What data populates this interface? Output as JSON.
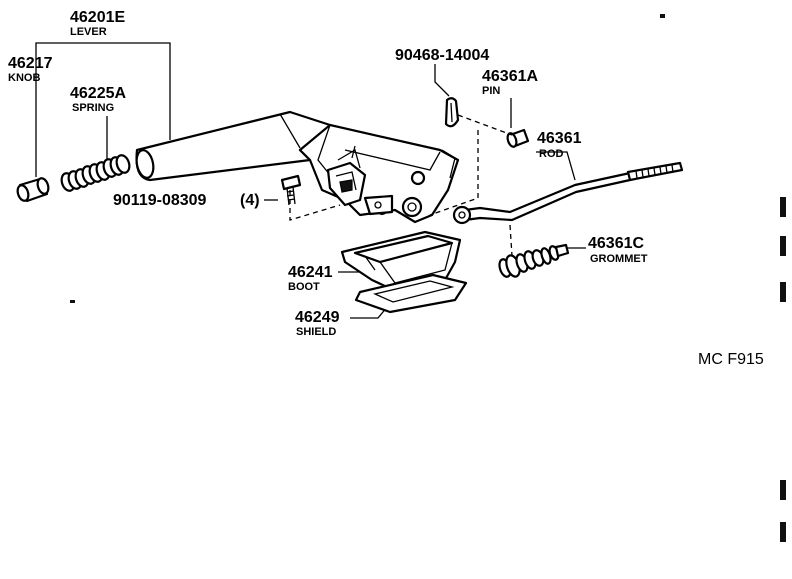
{
  "diagram_code": "MC F915",
  "parts": {
    "lever": {
      "number": "46201E",
      "name": "LEVER"
    },
    "knob": {
      "number": "46217",
      "name": "KNOB"
    },
    "spring": {
      "number": "46225A",
      "name": "SPRING"
    },
    "clip": {
      "number": "90468-14004"
    },
    "pin": {
      "number": "46361A",
      "name": "PIN"
    },
    "rod": {
      "number": "46361",
      "name": "ROD"
    },
    "bolt": {
      "number": "90119-08309",
      "qty": "(4)"
    },
    "grommet": {
      "number": "46361C",
      "name": "GROMMET"
    },
    "boot": {
      "number": "46241",
      "name": "BOOT"
    },
    "shield": {
      "number": "46249",
      "name": "SHIELD"
    }
  }
}
